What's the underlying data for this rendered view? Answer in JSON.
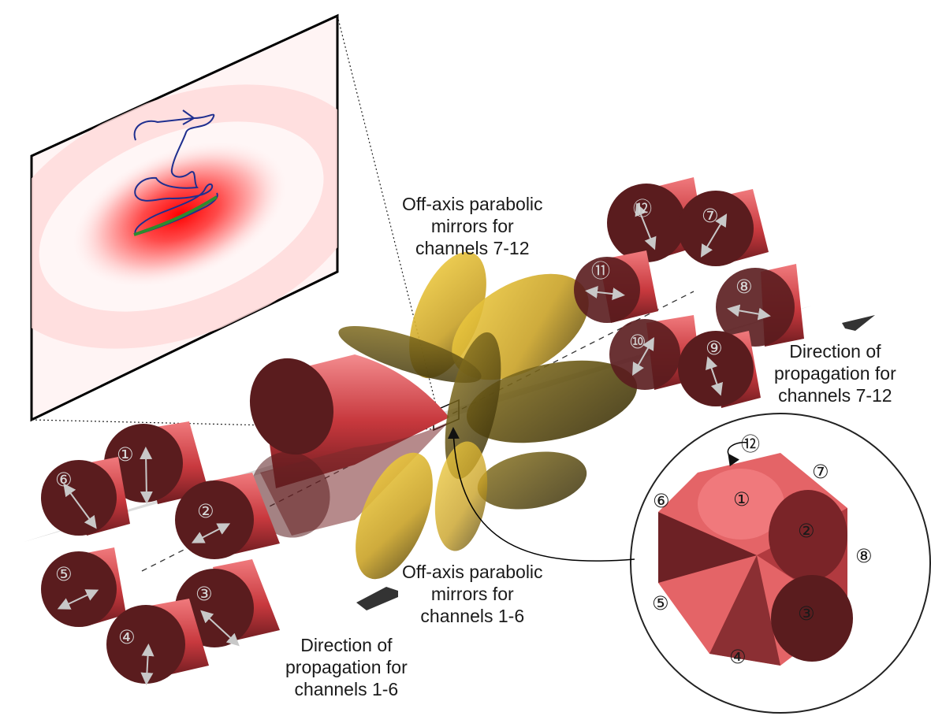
{
  "labels": {
    "mirrors_top": [
      "Off-axis parabolic",
      "mirrors for",
      "channels 7-12"
    ],
    "mirrors_bottom": [
      "Off-axis parabolic",
      "mirrors for",
      "channels 1-6"
    ],
    "direction_right": [
      "Direction of",
      "propagation for",
      "channels 7-12"
    ],
    "direction_left": [
      "Direction of",
      "propagation for",
      "channels 1-6"
    ]
  },
  "channels": {
    "c1": "①",
    "c2": "②",
    "c3": "③",
    "c4": "④",
    "c5": "⑤",
    "c6": "⑥",
    "c7": "⑦",
    "c8": "⑧",
    "c9": "⑨",
    "c10": "⑩",
    "c11": "⑪",
    "c12": "⑫"
  },
  "colors": {
    "cylinder_face": "#5a1c1e",
    "cylinder_side": "#e05458",
    "cone": "#e0595d",
    "mirror": "#c9a227",
    "screen_focus": "#ff0000",
    "trajectory": "#1f2f8f",
    "trajectory_green": "#2e8b2e",
    "plane": "#c8c8c8"
  }
}
